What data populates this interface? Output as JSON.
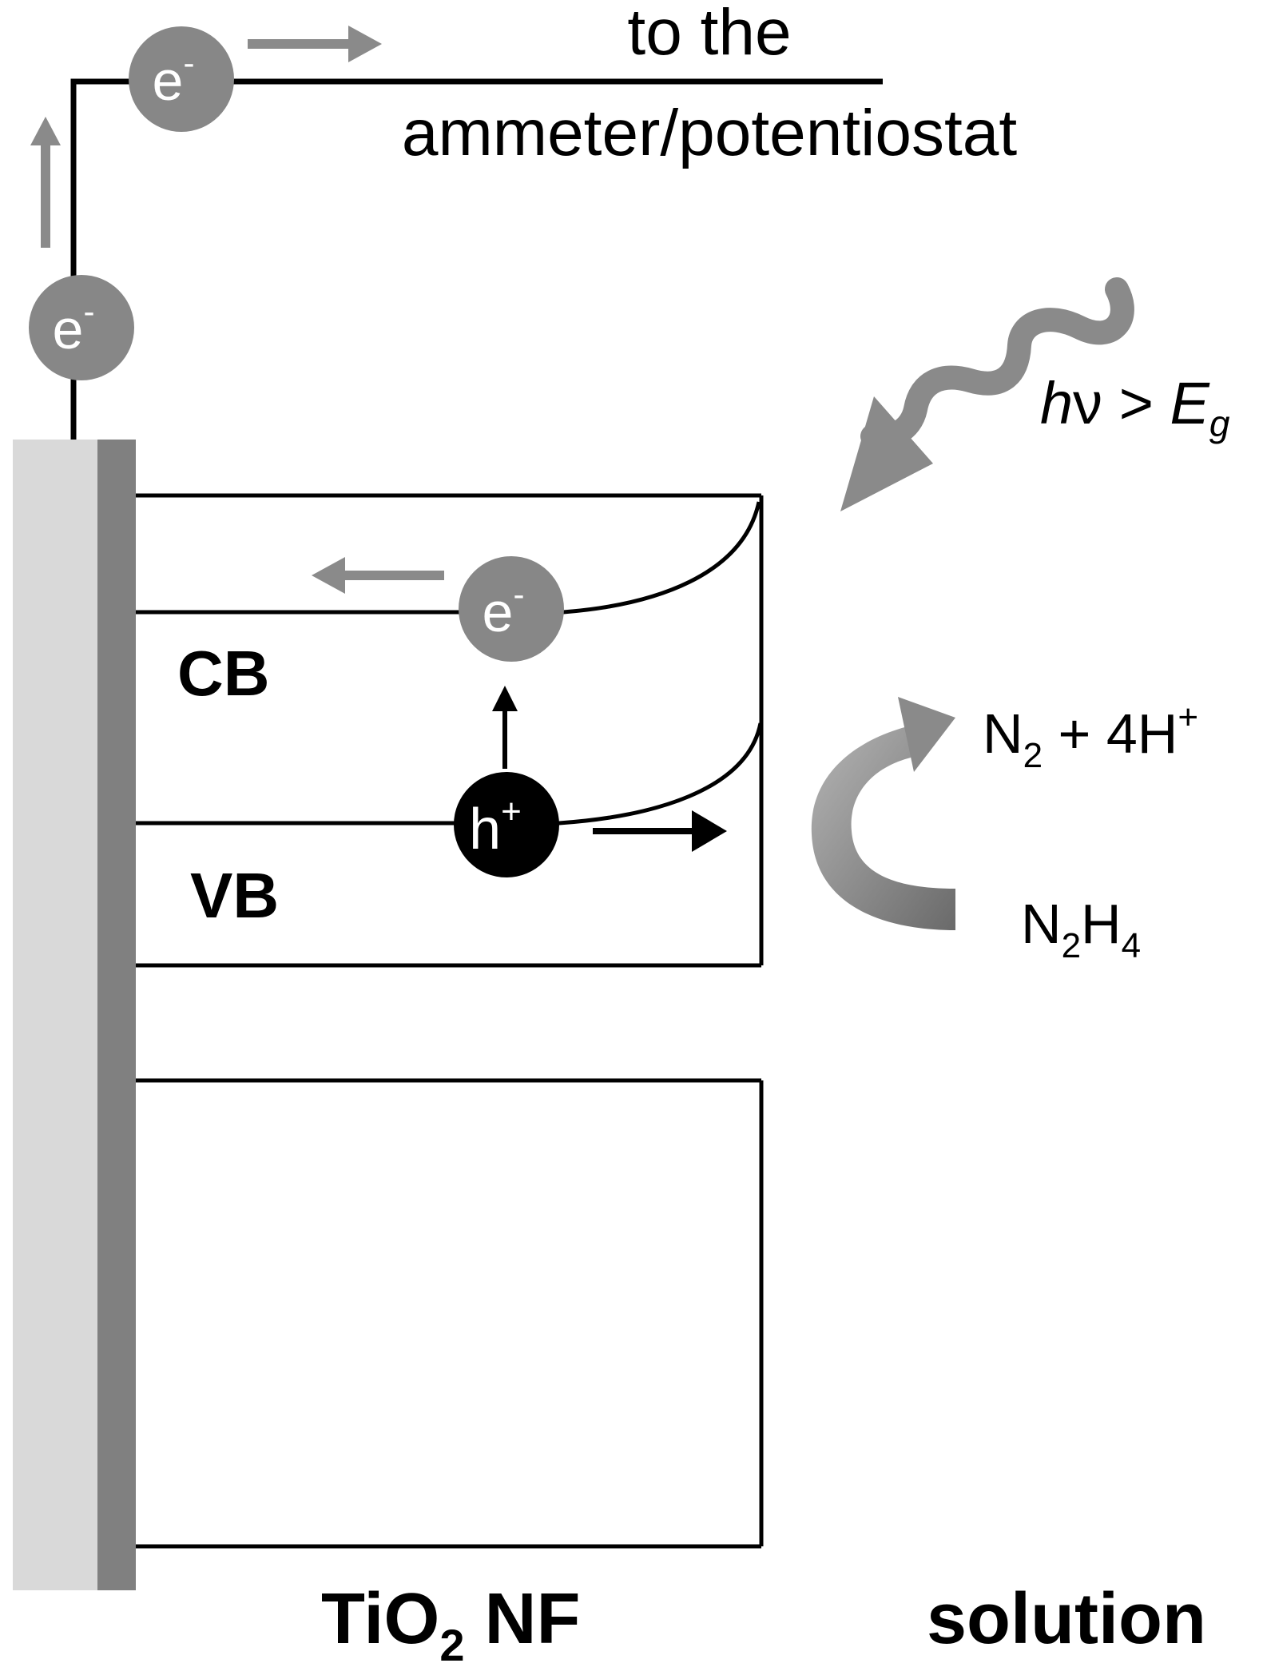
{
  "title_line1": "to the",
  "title_line2": "ammeter/potentiostat",
  "electron": {
    "base": "e",
    "sup": "-"
  },
  "hole": {
    "base": "h",
    "sup": "+"
  },
  "light": {
    "h": "h",
    "nu": "ν",
    "gt": " > ",
    "E": "E",
    "sub": "g"
  },
  "cb_label": "CB",
  "vb_label": "VB",
  "product": {
    "n": "N",
    "sub": "2",
    "rest": " + 4H",
    "sup": "+"
  },
  "reactant": {
    "n": "N",
    "sub1": "2",
    "h": "H",
    "sub2": "4"
  },
  "bottom_left": {
    "base": "TiO",
    "sub": "2",
    "rest": " NF"
  },
  "bottom_right": "solution",
  "colors": {
    "electron": "#878787",
    "hole": "#000000",
    "arrow": "#8a8a8a",
    "substrate_light": "#d9d9d9",
    "substrate_dark": "#808080"
  },
  "icons": [
    "electron-icon",
    "hole-icon",
    "light-wave-icon",
    "reaction-arrow-icon"
  ]
}
